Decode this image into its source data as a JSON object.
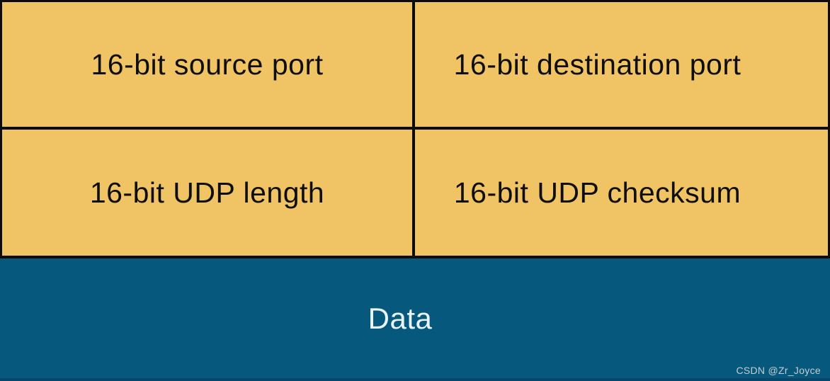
{
  "fields": {
    "source_port": "16-bit source port",
    "destination_port": "16-bit destination port",
    "udp_length": "16-bit UDP length",
    "udp_checksum": "16-bit UDP checksum",
    "data": "Data"
  },
  "watermark": "CSDN @Zr_Joyce",
  "colors": {
    "field_fill": "#F0C365",
    "field_text": "#0E0E0C",
    "border": "#0B0B07",
    "data_fill": "#06597D",
    "data_text": "#EAF5FA",
    "data_bottom_edge": "#07486A",
    "watermark_text": "#C7CCD1"
  }
}
